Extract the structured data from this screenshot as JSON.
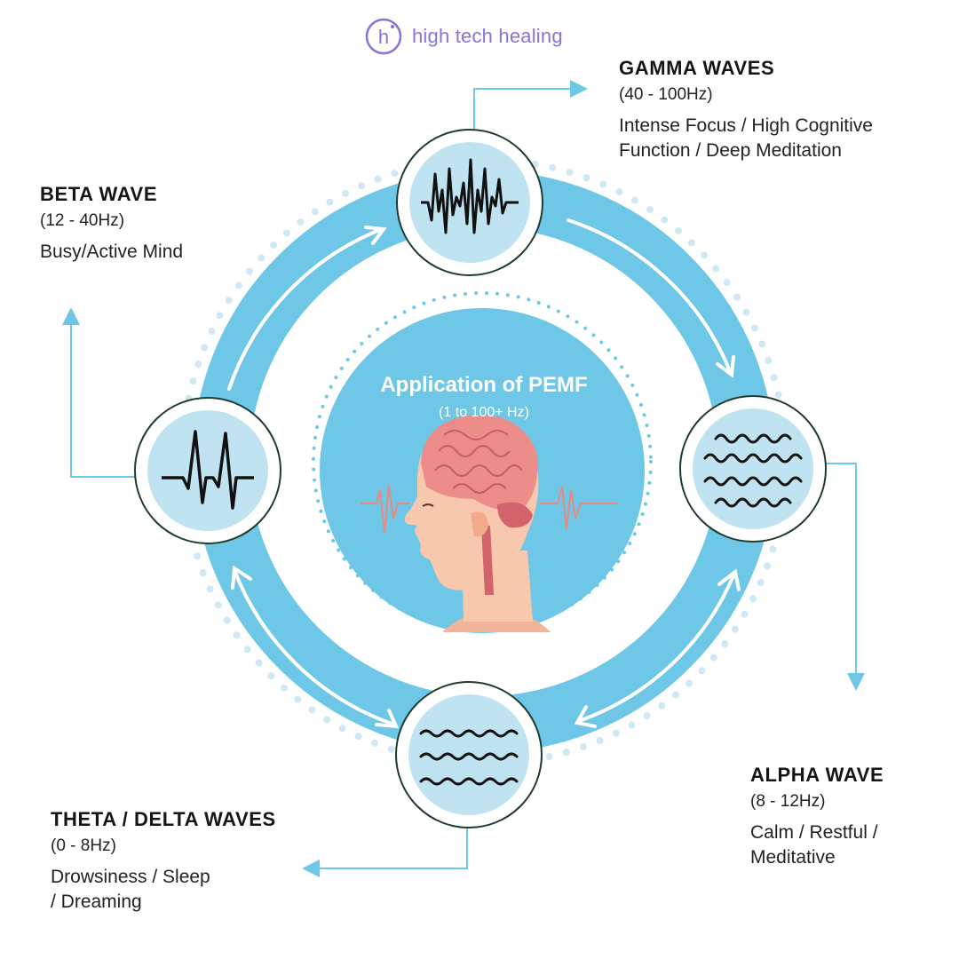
{
  "brand": {
    "mark": "h",
    "name": "high tech healing"
  },
  "center": {
    "title": "Application of PEMF",
    "range": "(1 to 100+ Hz)",
    "icon": "head-brain-illustration"
  },
  "waves": {
    "gamma": {
      "title": "GAMMA WAVES",
      "freq": "(40 - 100Hz)",
      "desc1": "Intense Focus / High Cognitive",
      "desc2": "Function / Deep Meditation"
    },
    "beta": {
      "title": "BETA WAVE",
      "freq": "(12 - 40Hz)",
      "desc1": "Busy/Active Mind"
    },
    "alpha": {
      "title": "ALPHA WAVE",
      "freq": "(8 - 12Hz)",
      "desc1": "Calm / Restful /",
      "desc2": "Meditative"
    },
    "theta": {
      "title": "THETA / DELTA WAVES",
      "freq": "(0 - 8Hz)",
      "desc1": "Drowsiness / Sleep",
      "desc2": "/ Dreaming"
    }
  },
  "colors": {
    "ring": "#6ec7e6",
    "node_fill": "#bfe3f1",
    "node_border": "#1f3b2c",
    "accent": "#8a72d6",
    "arrow": "#6ec7e6"
  }
}
